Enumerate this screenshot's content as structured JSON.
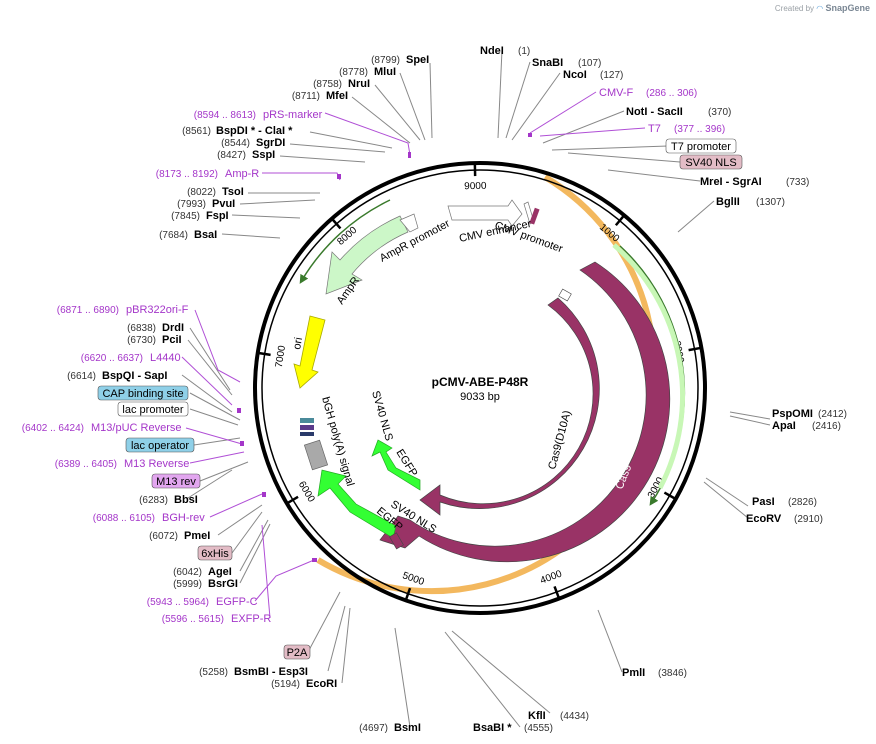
{
  "credit": {
    "prefix": "Created by",
    "brand": "SnapGene"
  },
  "plasmid": {
    "name": "pCMV-ABE-P48R",
    "size_label": "9033 bp",
    "length": 9033
  },
  "ticks": [
    {
      "label": "1000",
      "bp": 1000
    },
    {
      "label": "2000",
      "bp": 2000
    },
    {
      "label": "3000",
      "bp": 3000
    },
    {
      "label": "4000",
      "bp": 4000
    },
    {
      "label": "5000",
      "bp": 5000
    },
    {
      "label": "6000",
      "bp": 6000
    },
    {
      "label": "7000",
      "bp": 7000
    },
    {
      "label": "8000",
      "bp": 8000
    },
    {
      "label": "9000",
      "bp": 9000
    }
  ],
  "sites": [
    {
      "pos": "(8799)",
      "name": "SpeI",
      "bp": 8799
    },
    {
      "pos": "(8778)",
      "name": "MluI",
      "bp": 8778
    },
    {
      "pos": "(8758)",
      "name": "NruI",
      "bp": 8758
    },
    {
      "pos": "(8711)",
      "name": "MfeI",
      "bp": 8711
    },
    {
      "pos": "(8561)",
      "name": "BspDI *  - ClaI *",
      "bp": 8561
    },
    {
      "pos": "(8544)",
      "name": "SgrDI",
      "bp": 8544
    },
    {
      "pos": "(8427)",
      "name": "SspI",
      "bp": 8427
    },
    {
      "pos": "(8022)",
      "name": "TsoI",
      "bp": 8022
    },
    {
      "pos": "(7993)",
      "name": "PvuI",
      "bp": 7993
    },
    {
      "pos": "(7845)",
      "name": "FspI",
      "bp": 7845
    },
    {
      "pos": "(7684)",
      "name": "BsaI",
      "bp": 7684
    },
    {
      "pos": "(6838)",
      "name": "DrdI",
      "bp": 6838
    },
    {
      "pos": "(6730)",
      "name": "PciI",
      "bp": 6730
    },
    {
      "pos": "(6614)",
      "name": "BspQI   - SapI",
      "bp": 6614
    },
    {
      "pos": "(6283)",
      "name": "BbsI",
      "bp": 6283
    },
    {
      "pos": "(6072)",
      "name": "PmeI",
      "bp": 6072
    },
    {
      "pos": "(6042)",
      "name": "AgeI",
      "bp": 6042
    },
    {
      "pos": "(5999)",
      "name": "BsrGI",
      "bp": 5999
    },
    {
      "pos": "(5258)",
      "name": "BsmBI   - Esp3I",
      "bp": 5258
    },
    {
      "pos": "(5194)",
      "name": "EcoRI",
      "bp": 5194
    },
    {
      "pos": "(4697)",
      "name": "BsmI",
      "bp": 4697
    },
    {
      "pos": "(4555)",
      "name": "BsaBI *",
      "bp": 4555
    },
    {
      "pos": "(4434)",
      "name": "KflI",
      "bp": 4434
    },
    {
      "pos": "(3846)",
      "name": "PmlI",
      "bp": 3846
    },
    {
      "pos": "(2910)",
      "name": "EcoRV",
      "bp": 2910
    },
    {
      "pos": "(2826)",
      "name": "PasI",
      "bp": 2826
    },
    {
      "pos": "(2416)",
      "name": "ApaI",
      "bp": 2416
    },
    {
      "pos": "(2412)",
      "name": "PspOMI",
      "bp": 2412
    },
    {
      "pos": "(1307)",
      "name": "BglII",
      "bp": 1307
    },
    {
      "pos": "(733)",
      "name": "MreI   - SgrAI",
      "bp": 733
    },
    {
      "pos": "(370)",
      "name": "NotI   - SacII",
      "bp": 370
    },
    {
      "pos": "(127)",
      "name": "NcoI",
      "bp": 127
    },
    {
      "pos": "(107)",
      "name": "SnaBI",
      "bp": 107
    },
    {
      "pos": "(1)",
      "name": "NdeI",
      "bp": 1
    }
  ],
  "primers": [
    {
      "pos": "(8594 .. 8613)",
      "name": "pRS-marker",
      "bp": 8603
    },
    {
      "pos": "(8173 .. 8192)",
      "name": "Amp-R",
      "bp": 8182
    },
    {
      "pos": "(6871 .. 6890)",
      "name": "pBR322ori-F",
      "bp": 6880
    },
    {
      "pos": "(6620 .. 6637)",
      "name": "L4440",
      "bp": 6628
    },
    {
      "pos": "(6402 .. 6424)",
      "name": "M13/pUC Reverse",
      "bp": 6413
    },
    {
      "pos": "(6389 .. 6405)",
      "name": "M13 Reverse",
      "bp": 6397
    },
    {
      "pos": "(6088 .. 6105)",
      "name": "BGH-rev",
      "bp": 6096
    },
    {
      "pos": "(5943 .. 5964)",
      "name": "EGFP-C",
      "bp": 5953
    },
    {
      "pos": "(5596 .. 5615)",
      "name": "EXFP-R",
      "bp": 5605
    },
    {
      "pos": "(286 .. 306)",
      "name": "CMV-F",
      "bp": 296
    },
    {
      "pos": "(377 .. 396)",
      "name": "T7",
      "bp": 386
    }
  ],
  "boxed_features": [
    {
      "name": "CAP binding site",
      "color": "#8fd0e8"
    },
    {
      "name": "lac promoter",
      "color": "#ffffff"
    },
    {
      "name": "lac operator",
      "color": "#8fd0e8"
    },
    {
      "name": "M13 rev",
      "color": "#e2a6ef"
    },
    {
      "name": "6xHis",
      "color": "#e3bcc6"
    },
    {
      "name": "P2A",
      "color": "#e3bcc6"
    },
    {
      "name": "T7 promoter",
      "color": "#ffffff"
    },
    {
      "name": "SV40 NLS",
      "color": "#e3bcc6"
    }
  ],
  "features": [
    {
      "name": "CMV enhancer",
      "color": "#ffffff"
    },
    {
      "name": "CMV promoter",
      "color": "#ffffff"
    },
    {
      "name": "AmpR promoter",
      "color": "#ffffff"
    },
    {
      "name": "AmpR",
      "color": "#ccf7c8"
    },
    {
      "name": "ori",
      "color": "#ffff00"
    },
    {
      "name": "Cas9",
      "color": "#993366"
    },
    {
      "name": "Cas9(D10A)",
      "color": "#993366"
    },
    {
      "name": "SV40 NLS",
      "color": "#993366"
    },
    {
      "name": "EGFP",
      "color": "#33ff33"
    },
    {
      "name": "bGH poly(A) signal",
      "color": "#a9a9a9"
    }
  ],
  "colors": {
    "backbone": "#000000",
    "orange_band": "#f3b85e",
    "green_band": "#4fa23a",
    "primer": "#a436c9"
  }
}
